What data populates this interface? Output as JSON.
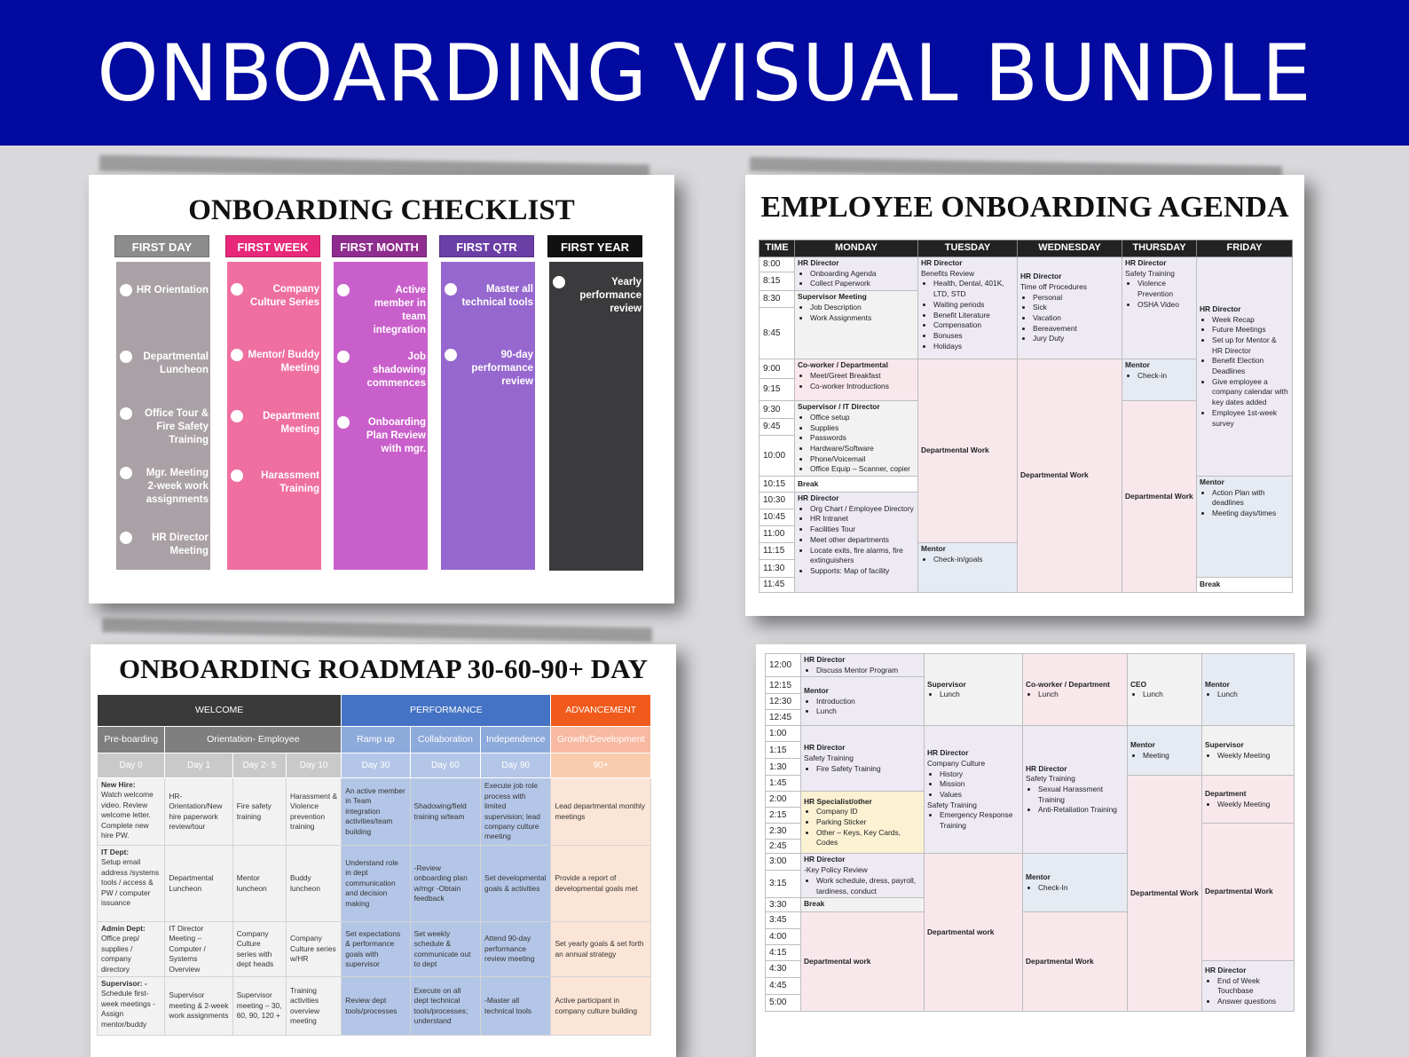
{
  "banner": {
    "title": "ONBOARDING VISUAL BUNDLE"
  },
  "checklist": {
    "title": "ONBOARDING CHECKLIST",
    "columns": [
      {
        "label": "FIRST DAY",
        "color": "#a9a1a6",
        "items": [
          "HR Orientation",
          "Departmental Luncheon",
          "Office Tour & Fire Safety Training",
          "Mgr. Meeting 2-week work assignments",
          "HR Director Meeting"
        ]
      },
      {
        "label": "FIRST WEEK",
        "color": "#ef6fa1",
        "items": [
          "Company Culture Series",
          "Mentor/ Buddy Meeting",
          "Department Meeting",
          "Harassment Training"
        ]
      },
      {
        "label": "FIRST MONTH",
        "color": "#c95fcb",
        "items": [
          "Active member in team integration",
          "Job shadowing commences",
          "Onboarding Plan Review with mgr."
        ]
      },
      {
        "label": "FIRST QTR",
        "color": "#9668cf",
        "items": [
          "Master all technical tools",
          "90-day performance review"
        ]
      },
      {
        "label": "FIRST YEAR",
        "color": "#3b3b3d",
        "items": [
          "Yearly performance review"
        ]
      }
    ]
  },
  "agenda": {
    "title": "EMPLOYEE ONBOARDING AGENDA",
    "headers": [
      "TIME",
      "MONDAY",
      "TUESDAY",
      "WEDNESDAY",
      "THURSDAY",
      "FRIDAY"
    ],
    "times": [
      "8:00",
      "8:15",
      "8:30",
      "8:45",
      "9:00",
      "9:15",
      "9:30",
      "9:45",
      "10:00",
      "10:15",
      "10:30",
      "10:45",
      "11:00",
      "11:15",
      "11:30",
      "11:45"
    ],
    "mon": [
      {
        "title": "HR Director",
        "items": [
          "Onboarding Agenda",
          "Collect Paperwork"
        ]
      },
      {
        "title": "Supervisor Meeting",
        "items": [
          "Job Description",
          "Work Assignments"
        ]
      },
      {
        "title": "Co-worker / Departmental",
        "items": [
          "Meet/Greet Breakfast",
          "Co-worker Introductions"
        ]
      },
      {
        "title": "Supervisor / IT Director",
        "items": [
          "Office setup",
          "Supplies",
          "Passwords",
          "Hardware/Software",
          "Phone/Voicemail",
          "Office Equip – Scanner, copier"
        ]
      },
      {
        "title": "Break",
        "items": []
      },
      {
        "title": "HR Director",
        "items": [
          "Org Chart / Employee Directory",
          "HR Intranet",
          "Facilities Tour",
          "Meet other departments",
          "Locate exits, fire alarms, fire extinguishers",
          "Supports: Map of facility"
        ]
      }
    ],
    "tue": [
      {
        "title": "HR Director",
        "sub": "Benefits Review",
        "items": [
          "Health, Dental, 401K, LTD, STD",
          "Waiting periods",
          "Benefit Literature",
          "Compensation",
          "Bonuses",
          "Holidays"
        ]
      },
      {
        "title": "Departmental Work",
        "items": []
      },
      {
        "title": "Mentor",
        "items": [
          "Check-in/goals"
        ]
      }
    ],
    "wed": [
      {
        "title": "HR Director",
        "sub": "Time off Procedures",
        "items": [
          "Personal",
          "Sick",
          "Vacation",
          "Bereavement",
          "Jury Duty"
        ]
      },
      {
        "title": "Departmental Work",
        "items": []
      }
    ],
    "thu": [
      {
        "title": "HR Director",
        "sub": "Safety Training",
        "items": [
          "Violence Prevention",
          "OSHA Video"
        ]
      },
      {
        "title": "Mentor",
        "items": [
          "Check-in"
        ]
      },
      {
        "title": "Departmental Work",
        "items": []
      }
    ],
    "fri": [
      {
        "title": "HR Director",
        "items": [
          "Week Recap",
          "Future Meetings",
          "Set up for Mentor & HR Director",
          "Benefit Election Deadlines",
          "Give employee a company calendar with key dates added",
          "Employee 1st-week survey"
        ]
      },
      {
        "title": "Mentor",
        "items": [
          "Action Plan with deadlines",
          "Meeting days/times"
        ]
      },
      {
        "title": "Break",
        "items": []
      }
    ]
  },
  "agenda2": {
    "times": [
      "12:00",
      "12:15",
      "12:30",
      "12:45",
      "1:00",
      "1:15",
      "1:30",
      "1:45",
      "2:00",
      "2:15",
      "2:30",
      "2:45",
      "3:00",
      "3:15",
      "3:30",
      "3:45",
      "4:00",
      "4:15",
      "4:30",
      "4:45",
      "5:00"
    ],
    "mon": [
      {
        "title": "HR Director",
        "items": [
          "Discuss Mentor Program"
        ]
      },
      {
        "title": "Mentor",
        "items": [
          "Introduction",
          "Lunch"
        ]
      },
      {
        "title": "HR Director",
        "sub": "Safety Training",
        "items": [
          "Fire Safety Training"
        ]
      },
      {
        "title": "HR Specialist/other",
        "items": [
          "Company ID",
          "Parking Sticker",
          "Other – Keys, Key Cards, Codes"
        ]
      },
      {
        "title": "HR Director",
        "sub": "-Key Policy Review",
        "items": [
          "Work schedule, dress, payroll, tardiness, conduct"
        ]
      },
      {
        "title": "Break",
        "items": []
      },
      {
        "title": "Departmental work",
        "items": []
      }
    ],
    "tue": [
      {
        "title": "Supervisor",
        "items": [
          "Lunch"
        ]
      },
      {
        "title": "HR Director",
        "sub": "Company Culture",
        "items": [
          "History",
          "Mission",
          "Values"
        ],
        "sub2": "Safety Training",
        "items2": [
          "Emergency Response Training"
        ]
      },
      {
        "title": "Departmental work",
        "items": []
      }
    ],
    "wed": [
      {
        "title": "Co-worker / Department",
        "items": [
          "Lunch"
        ]
      },
      {
        "title": "HR Director",
        "sub": "Safety Training",
        "items": [
          "Sexual Harassment Training",
          "Anti-Retaliation Training"
        ]
      },
      {
        "title": "Mentor",
        "items": [
          "Check-In"
        ]
      },
      {
        "title": "Departmental Work",
        "items": []
      }
    ],
    "thu": [
      {
        "title": "CEO",
        "items": [
          "Lunch"
        ]
      },
      {
        "title": "Mentor",
        "items": [
          "Meeting"
        ]
      },
      {
        "title": "Departmental Work",
        "items": []
      }
    ],
    "fri": [
      {
        "title": "Mentor",
        "items": [
          "Lunch"
        ]
      },
      {
        "title": "Supervisor",
        "items": [
          "Weekly Meeting"
        ]
      },
      {
        "title": "Department",
        "items": [
          "Weekly Meeting"
        ]
      },
      {
        "title": "Departmental Work",
        "items": []
      },
      {
        "title": "HR Director",
        "items": [
          "End of Week Touchbase",
          "Answer questions"
        ]
      }
    ]
  },
  "roadmap": {
    "title": "ONBOARDING ROADMAP 30-60-90+ DAY",
    "groups": [
      "WELCOME",
      "PERFORMANCE",
      "ADVANCEMENT"
    ],
    "phases": [
      "Pre-boarding",
      "Orientation- Employee",
      "Ramp up",
      "Collaboration",
      "Independence",
      "Growth/Development"
    ],
    "days": [
      "Day 0",
      "Day 1",
      "Day 2- 5",
      "Day 10",
      "Day 30",
      "Day 60",
      "Day 90",
      "90+"
    ],
    "rows": [
      {
        "head": "New Hire:",
        "cells": [
          "Watch welcome video. Review welcome letter. Complete new hire PW.",
          "HR-Orientation/New hire paperwork review/tour",
          "Fire safety training",
          "Harassment & Violence prevention training",
          "An active member in Team integration activities/team building",
          "Shadowing/field training w/team",
          "Execute job role process with limited supervision; lead company culture meeting",
          "Lead departmental monthly meetings"
        ]
      },
      {
        "head": "IT Dept:",
        "cells": [
          "Setup email address /systems tools / access & PW / computer issuance",
          "Departmental Luncheon",
          "Mentor luncheon",
          "Buddy luncheon",
          "Understand role in dept communication and decision making",
          "-Review onboarding plan w/mgr -Obtain feedback",
          "Set developmental goals & activities",
          "Provide a report of developmental goals met"
        ]
      },
      {
        "head": "Admin Dept:",
        "cells": [
          "Office prep/ supplies / company directory",
          "IT Director Meeting – Computer / Systems Overview",
          "Company Culture series with dept heads",
          "Company Culture series w/HR",
          "Set expectations & performance goals with supervisor",
          "Set weekly schedule & communicate out to dept",
          "Attend 90-day performance review meeting",
          "Set yearly goals & set forth an annual strategy"
        ]
      },
      {
        "head": "Supervisor: -",
        "cells": [
          "Schedule first-week meetings -Assign mentor/buddy",
          "Supervisor meeting & 2-week work assignments",
          "Supervisor meeting – 30, 60, 90, 120 +",
          "Training activities overview meeting",
          "Review dept tools/processes",
          "Execute on all dept technical tools/processes; understand",
          "-Master all technical tools",
          "Active participant in company culture building"
        ]
      }
    ]
  }
}
